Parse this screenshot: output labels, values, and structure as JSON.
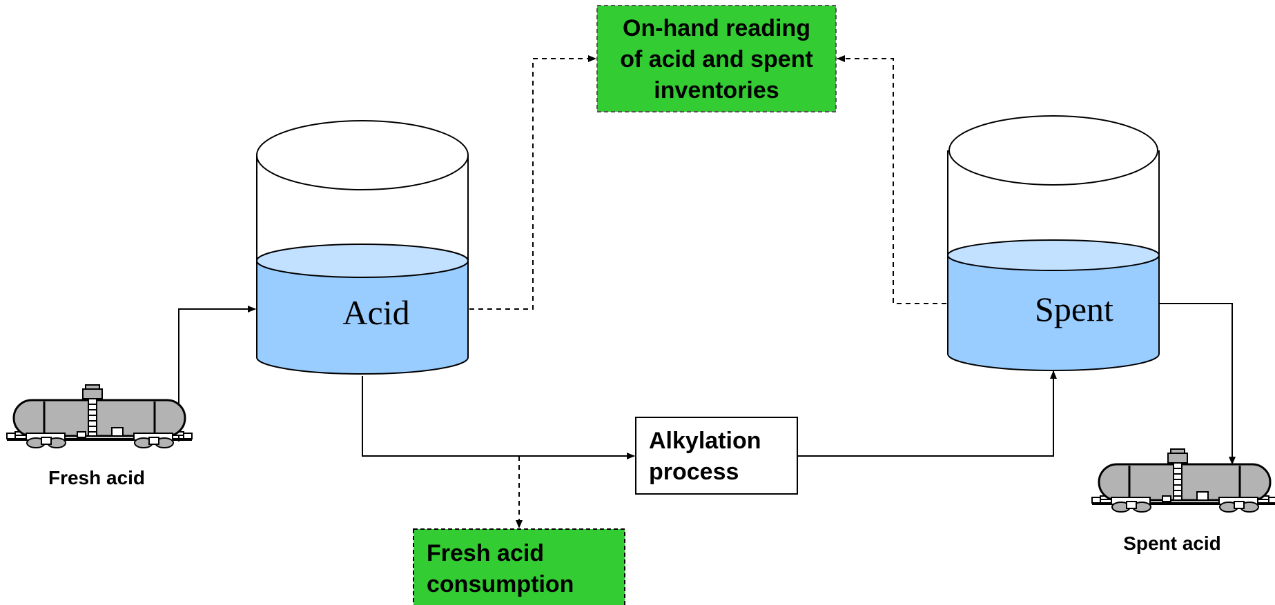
{
  "diagram": {
    "on_hand_box": {
      "lines": [
        "On-hand reading",
        "of acid and spent",
        "inventories"
      ]
    },
    "acid_tank": {
      "label": "Acid"
    },
    "spent_tank": {
      "label": "Spent"
    },
    "process_box": {
      "lines": [
        "Alkylation",
        "process"
      ]
    },
    "consumption_box": {
      "lines": [
        "Fresh acid",
        "consumption"
      ]
    },
    "fresh_car": {
      "label": "Fresh acid"
    },
    "spent_car": {
      "label": "Spent acid"
    }
  },
  "colors": {
    "green_box": "#33cc33",
    "liquid": "#99ccff",
    "liquid_top": "#c2e0ff",
    "tanker": "#b3b3b3"
  }
}
